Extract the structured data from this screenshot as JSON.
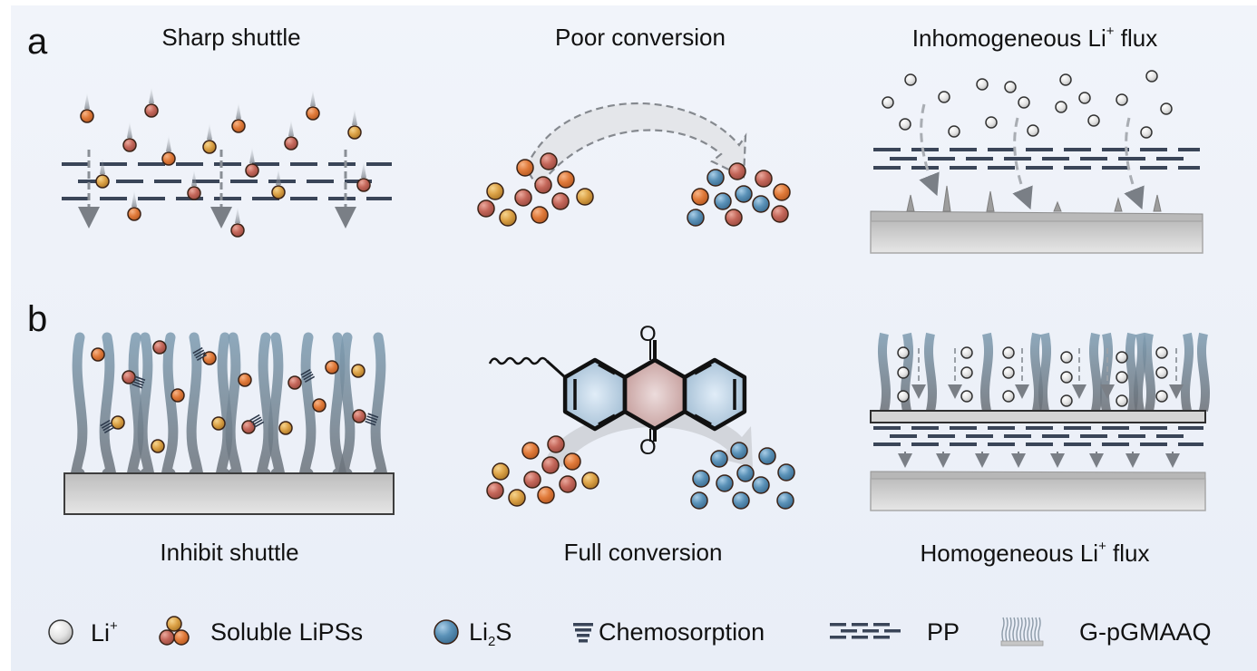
{
  "panel_a": {
    "letter": "a",
    "titles": [
      {
        "pre": "Sharp shuttle",
        "sup": "",
        "post": ""
      },
      {
        "pre": "Poor conversion",
        "sup": "",
        "post": ""
      },
      {
        "pre": "Inhomogeneous Li",
        "sup": "+",
        "post": " flux"
      }
    ]
  },
  "panel_b": {
    "letter": "b",
    "titles": [
      {
        "pre": "Inhibit shuttle",
        "sup": "",
        "post": ""
      },
      {
        "pre": "Full conversion",
        "sup": "",
        "post": ""
      },
      {
        "pre": "Homogeneous Li",
        "sup": "+",
        "post": " flux"
      }
    ],
    "molecule_atoms": {
      "top": "O",
      "bottom": "O"
    }
  },
  "legend": {
    "items": [
      {
        "icon": "li-ion-sphere-icon",
        "pre": "Li",
        "sup": "+",
        "sub": "",
        "post": ""
      },
      {
        "icon": "lipss-cluster-icon",
        "pre": "Soluble LiPSs",
        "sup": "",
        "sub": "",
        "post": ""
      },
      {
        "icon": "li2s-sphere-icon",
        "pre": "Li",
        "sup": "",
        "sub": "2",
        "post": "S"
      },
      {
        "icon": "chemosorption-icon",
        "pre": "Chemosorption",
        "sup": "",
        "sub": "",
        "post": ""
      },
      {
        "icon": "pp-separator-icon",
        "pre": "PP",
        "sup": "",
        "sub": "",
        "post": ""
      },
      {
        "icon": "g-pgmaaq-brush-icon",
        "pre": "G-pGMAAQ",
        "sup": "",
        "sub": "",
        "post": ""
      }
    ]
  },
  "colors": {
    "background": "#eef2f9",
    "lipss_orange": "#e07a3a",
    "lipss_red": "#c4675a",
    "lipss_yellow": "#dca247",
    "li2s_blue": "#5b92b8",
    "li_ion": "#e4e4e4",
    "separator": "#3a4558",
    "polymer": "#6f8a9e",
    "electrode": "#cfcfcf"
  }
}
